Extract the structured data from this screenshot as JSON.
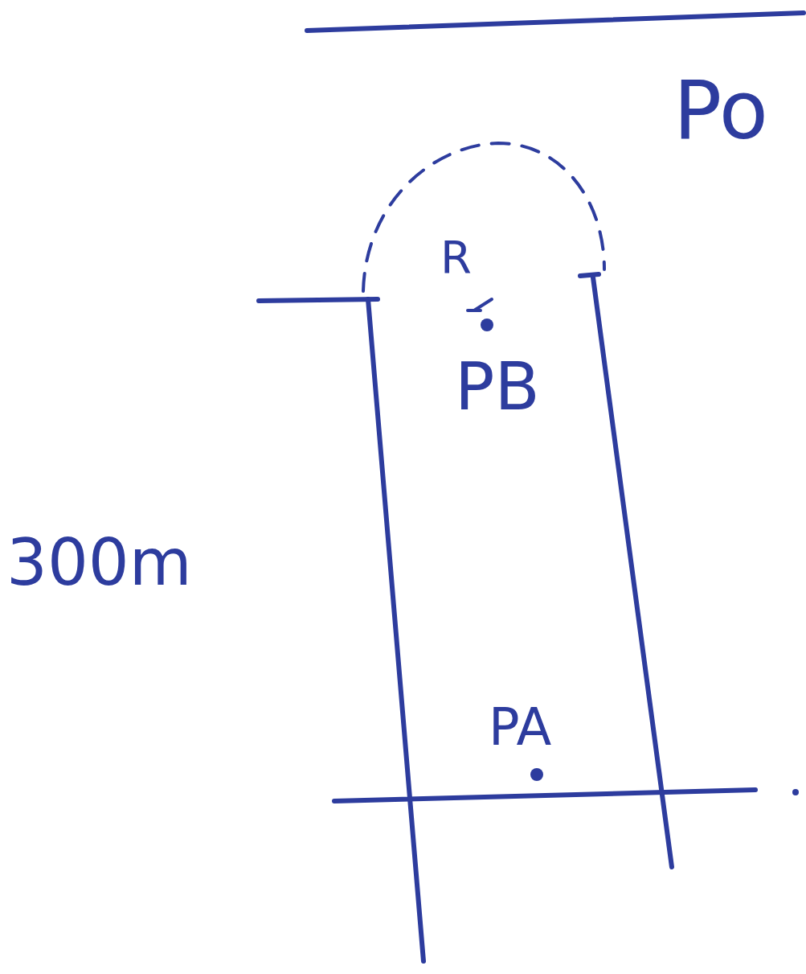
{
  "diagram": {
    "labels": [
      "Po",
      "R",
      "PB",
      "300m",
      "PA"
    ]
  }
}
